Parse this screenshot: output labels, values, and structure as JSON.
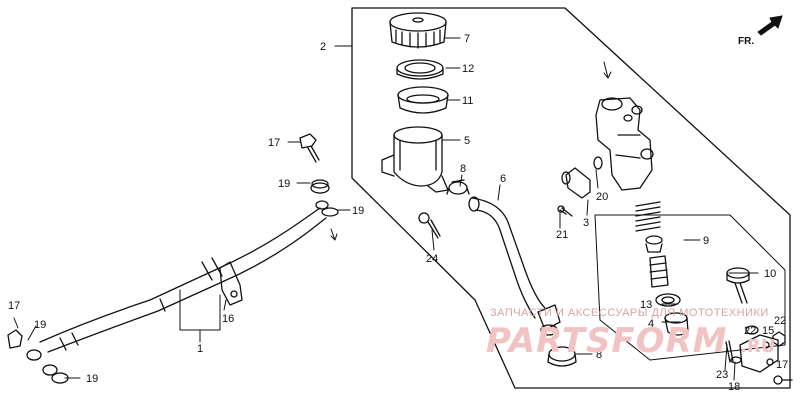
{
  "orientation": {
    "label": "FR.",
    "icon": "arrow-upper-right-icon"
  },
  "callouts": {
    "c1": "1",
    "c2": "2",
    "c3": "3",
    "c4": "4",
    "c5": "5",
    "c6": "6",
    "c7": "7",
    "c8a": "8",
    "c8b": "8",
    "c9": "9",
    "c10": "10",
    "c11": "11",
    "c12": "12",
    "c13": "13",
    "c15": "15",
    "c16": "16",
    "c17a": "17",
    "c17b": "17",
    "c18": "18",
    "c19a": "19",
    "c19b": "19",
    "c19c": "19",
    "c19d": "19",
    "c20": "20",
    "c21": "21",
    "c22a": "22",
    "c22b": "22",
    "c23": "23",
    "c24": "24"
  },
  "watermark": {
    "top_line": "ЗАПЧАСТИ И АКСЕССУАРЫ ДЛЯ МОТОТЕХНИКИ",
    "logo": "PARTSFORM",
    "suffix": ".RU"
  }
}
